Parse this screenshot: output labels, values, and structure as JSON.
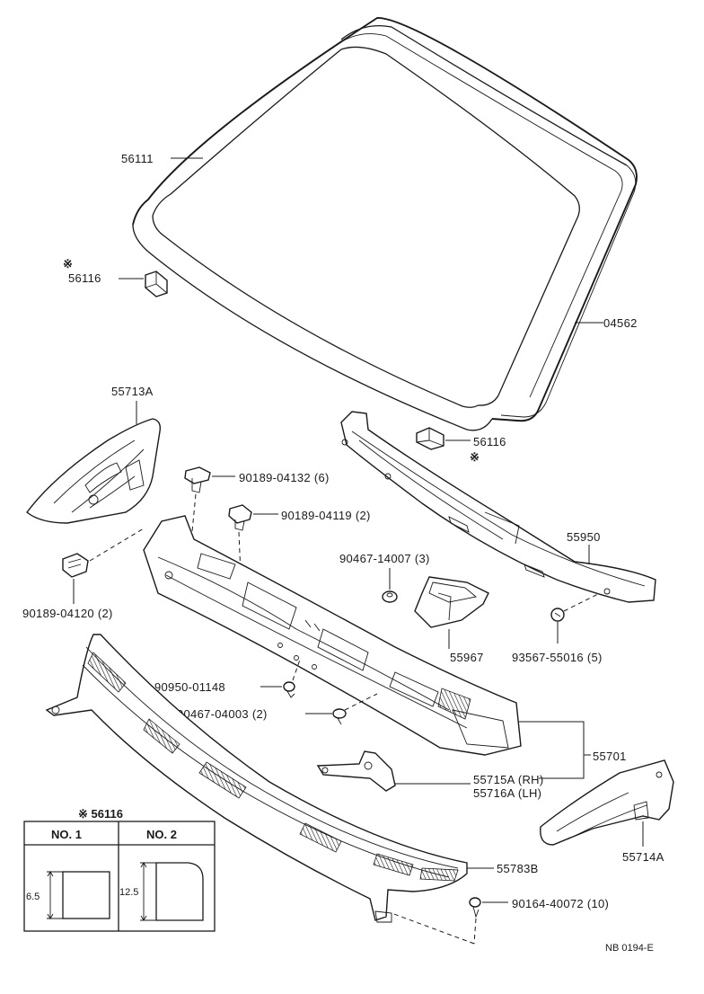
{
  "labels": {
    "windshield": "56111",
    "windshield_note_mark": "※",
    "spacer_left": "56116",
    "molding": "04562",
    "spacer_right": "56116",
    "spacer_right_mark": "※",
    "seal_left": "55713A",
    "clip_6": "90189-04132 (6)",
    "clip_2": "90189-04119 (2)",
    "clip_left": "90189-04120 (2)",
    "outer_panel": "55950",
    "nut": "90467-14007 (3)",
    "duct": "55967",
    "plug": "93567-55016 (5)",
    "screw": "90950-01148",
    "clip_04003": "90467-04003 (2)",
    "cowl_panel": "55701",
    "brace_rh": "55715A (RH)",
    "brace_lh": "55716A (LH)",
    "seal_right": "55714A",
    "louver": "55783B",
    "screw_bottom": "90164-40072 (10)",
    "footer_code": "NB 0194-E"
  },
  "inset": {
    "title": "※ 56116",
    "col1": "NO. 1",
    "col2": "NO. 2",
    "dim1": "6.5",
    "dim2": "12.5"
  }
}
